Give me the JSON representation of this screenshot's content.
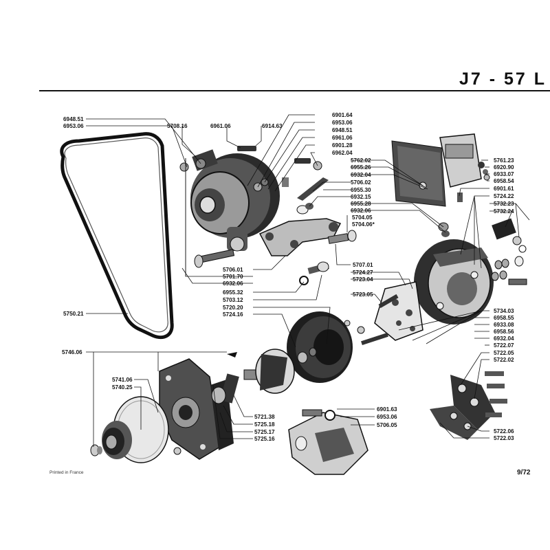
{
  "header": {
    "title": "J7 - 57 L"
  },
  "footer": {
    "printed": "Printed in France",
    "page": "9/72"
  },
  "labels": [
    "6948.51",
    "6953.06",
    "5708.16",
    "6961.06",
    "6914.63",
    "6901.64",
    "6953.06",
    "6948.51",
    "6961.06",
    "6901.28",
    "6962.04",
    "5762.02",
    "6955.26",
    "6932.04",
    "5706.02",
    "6955.30",
    "6932.15",
    "6955.28",
    "6932.06",
    "5704.05",
    "5704.06*",
    "5761.23",
    "6920.90",
    "6933.07",
    "6958.54",
    "6901.61",
    "5724.22",
    "5732.23",
    "5732.24",
    "5706.01",
    "5701.70",
    "6932.06",
    "6955.32",
    "5703.12",
    "5720.20",
    "5724.16",
    "5707.01",
    "5724.27",
    "5723.04",
    "5723.05",
    "5750.21",
    "5734.03",
    "6958.55",
    "6933.08",
    "6958.56",
    "6932.04",
    "5722.07",
    "5722.05",
    "5722.02",
    "5746.06",
    "5741.06",
    "5740.25",
    "5721.38",
    "5725.18",
    "5725.17",
    "5725.16",
    "6901.63",
    "6953.06",
    "5706.05",
    "5722.06",
    "5722.03"
  ]
}
